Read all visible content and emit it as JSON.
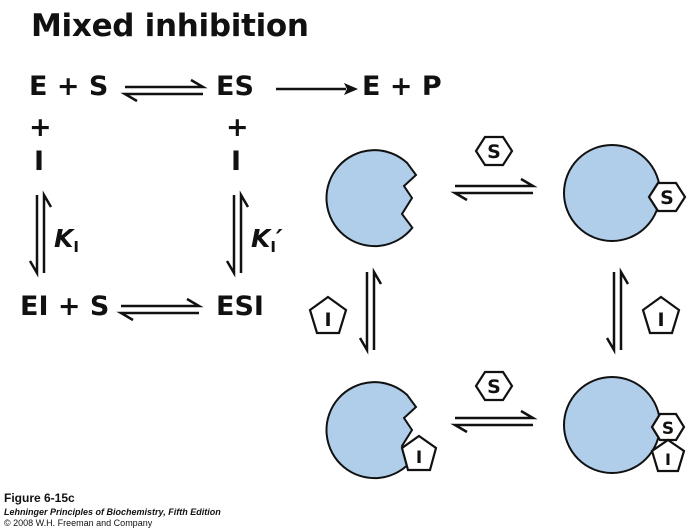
{
  "title": "Mixed inhibition",
  "scheme": {
    "top_left": "E + S",
    "top_mid": "ES",
    "top_right": "E + P",
    "plus": "+",
    "inhibitor": "I",
    "bottom_left": "EI + S",
    "bottom_mid": "ESI",
    "k_left": "K",
    "k_left_sub": "I",
    "k_right": "K",
    "k_right_sub": "I",
    "k_right_prime": "′"
  },
  "symbols": {
    "substrate": "S",
    "inhibitor": "I"
  },
  "colors": {
    "enzyme_fill": "#b0cdea",
    "enzyme_stroke": "#111111",
    "text": "#111111"
  },
  "caption": {
    "figure": "Figure 6-15c",
    "book": "Lehninger Principles of Biochemistry, Fifth Edition",
    "copyright": "© 2008 W.H. Freeman and Company"
  }
}
